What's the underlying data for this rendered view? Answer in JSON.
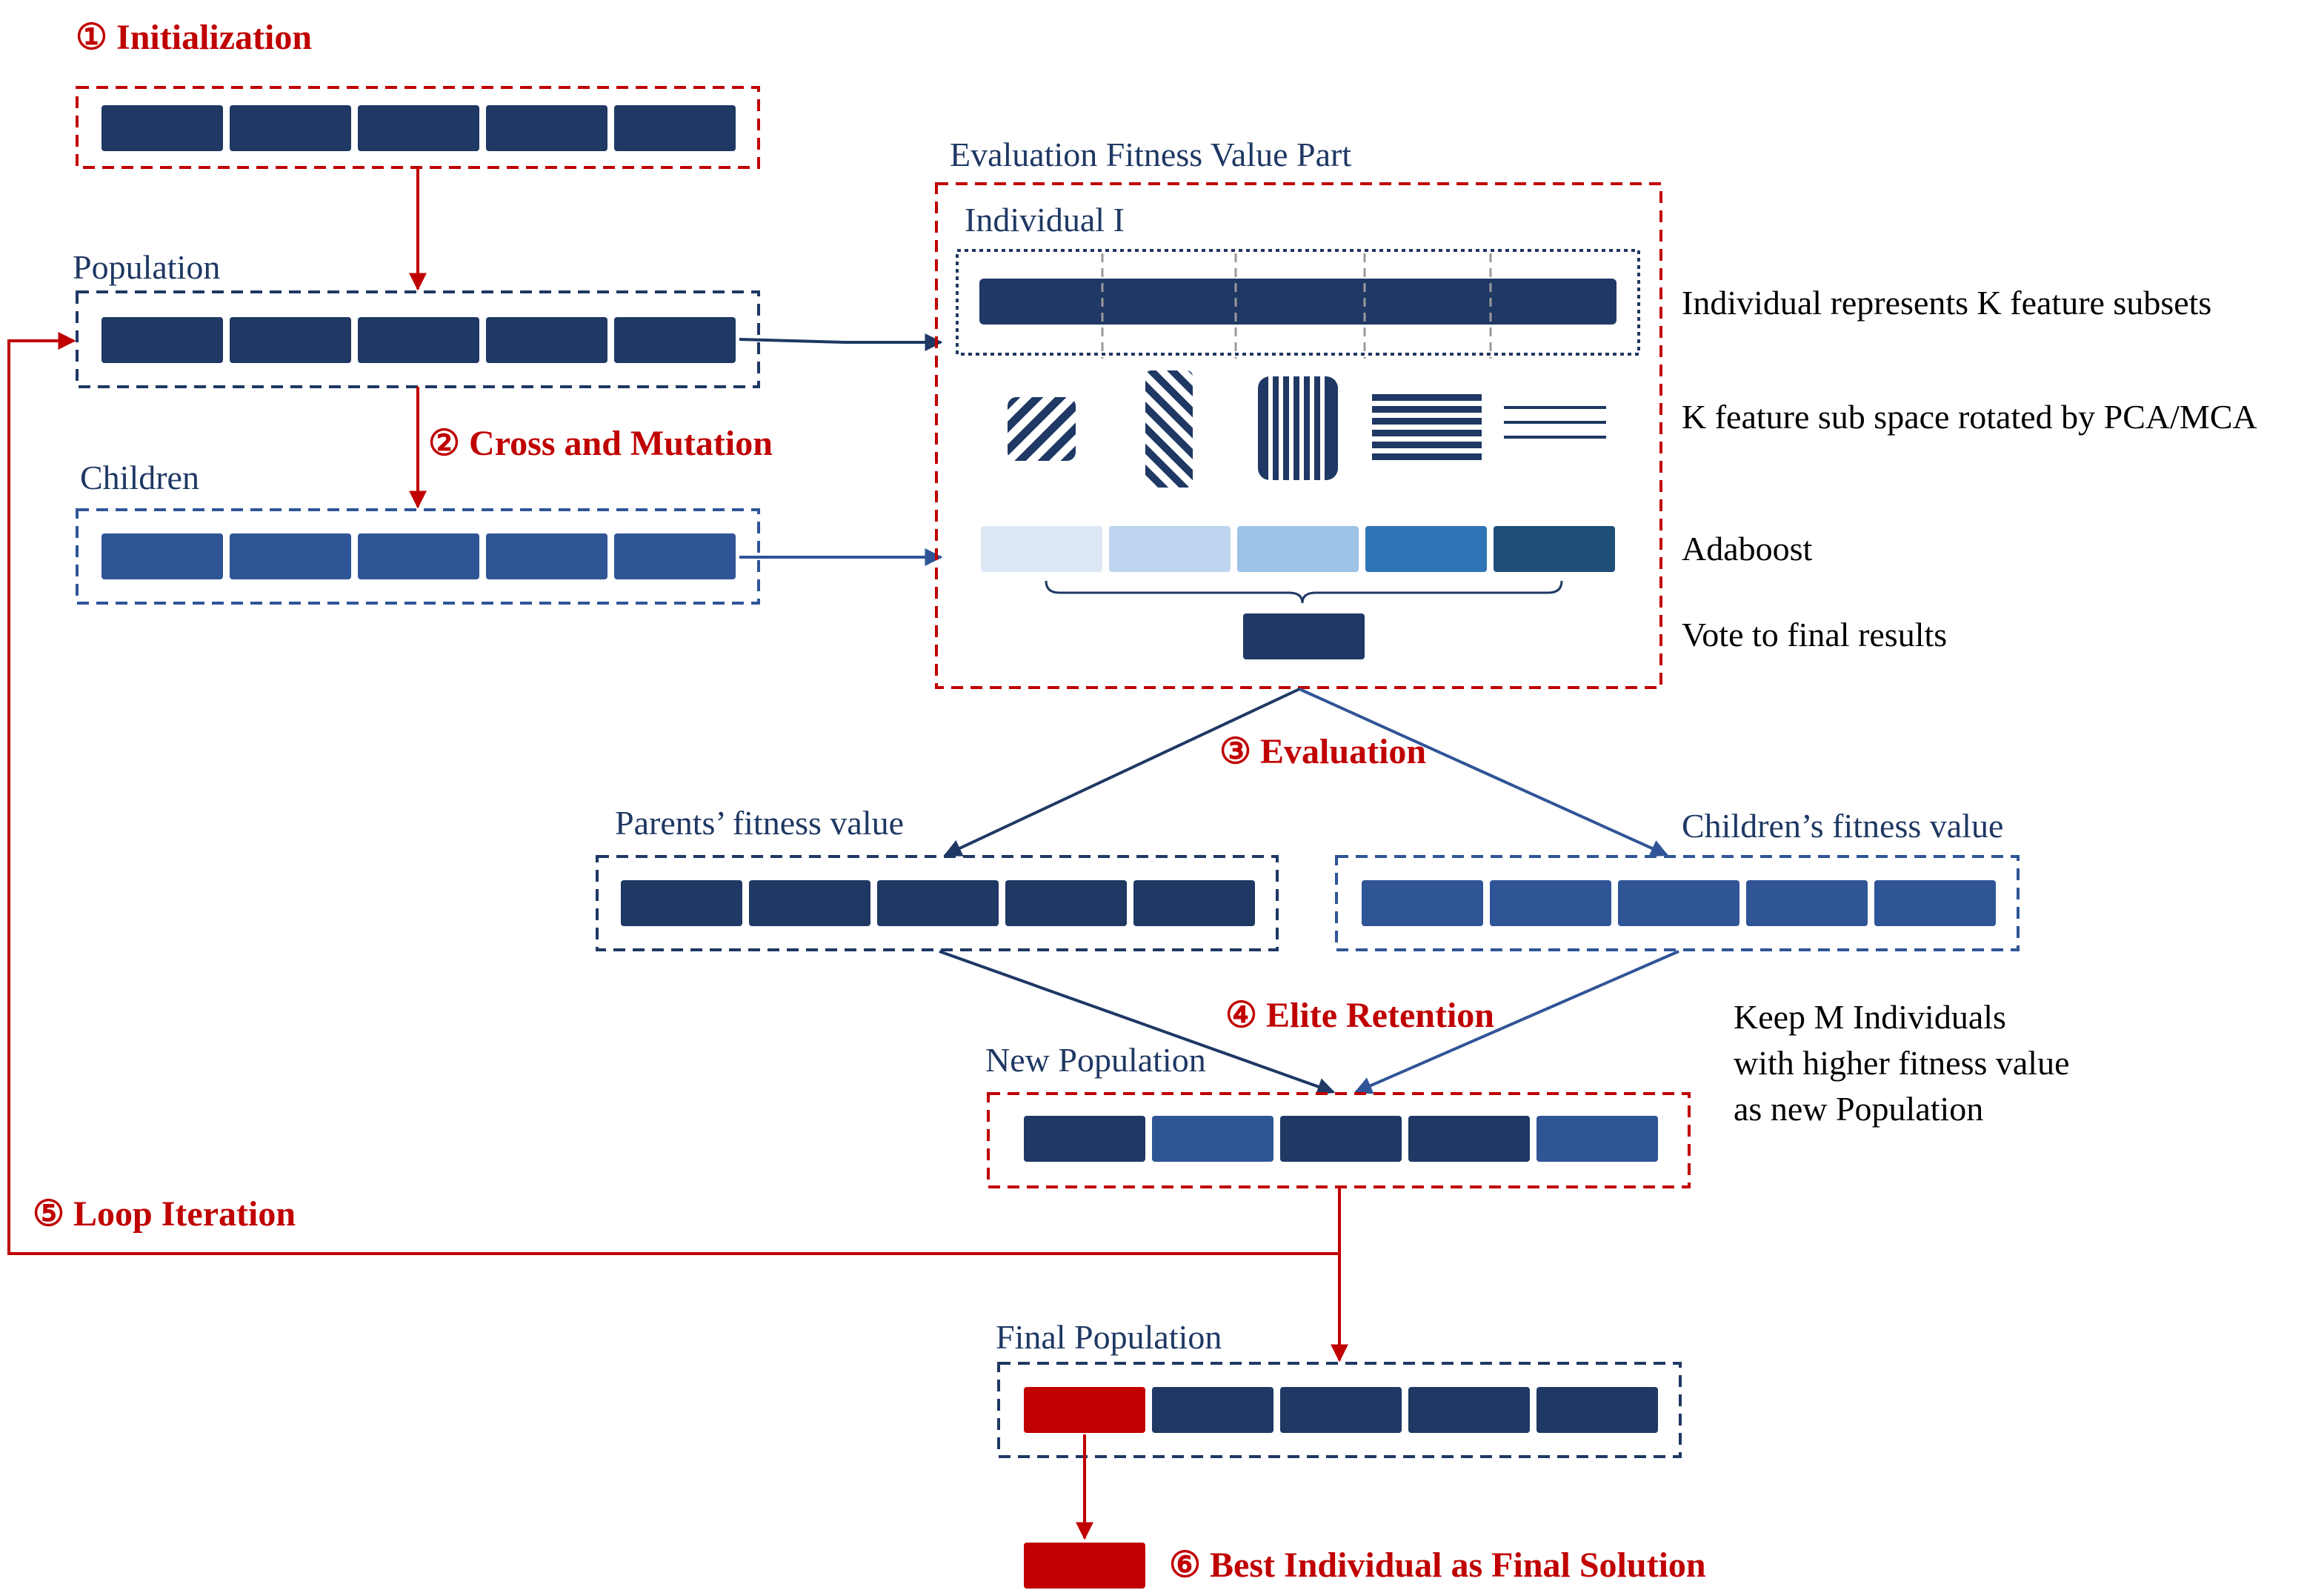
{
  "colors": {
    "dark_block": "#1f3864",
    "mid_block": "#2f5597",
    "red": "#c00000",
    "ada": [
      "#dde8f5",
      "#bdd5ee",
      "#9dc3e6",
      "#2e75b6",
      "#1f4e79"
    ]
  },
  "steps": {
    "s1": "① Initialization",
    "s2": "② Cross and Mutation",
    "s3": "③ Evaluation",
    "s4": "④ Elite Retention",
    "s5": "⑤ Loop Iteration",
    "s6": "⑥ Best Individual as Final Solution"
  },
  "labels": {
    "population": "Population",
    "children": "Children",
    "eval_part": "Evaluation Fitness Value Part",
    "individual": "Individual I",
    "parents_fitness": "Parents’ fitness value",
    "children_fitness": "Children’s fitness value",
    "new_population": "New Population",
    "final_population": "Final Population"
  },
  "side_notes": {
    "individual_represents": "Individual represents K feature subsets",
    "k_feature": "K feature sub space rotated by PCA/MCA",
    "adaboost": "Adaboost",
    "vote": "Vote to final results",
    "keep_1": "Keep M Individuals",
    "keep_2": "with higher fitness value",
    "keep_3": "as new Population"
  },
  "icons": [
    "hatch-diagonal-icon",
    "hatch-diagonal-tall-icon",
    "vertical-stripes-icon",
    "horizontal-stripes-icon",
    "thin-lines-icon"
  ]
}
